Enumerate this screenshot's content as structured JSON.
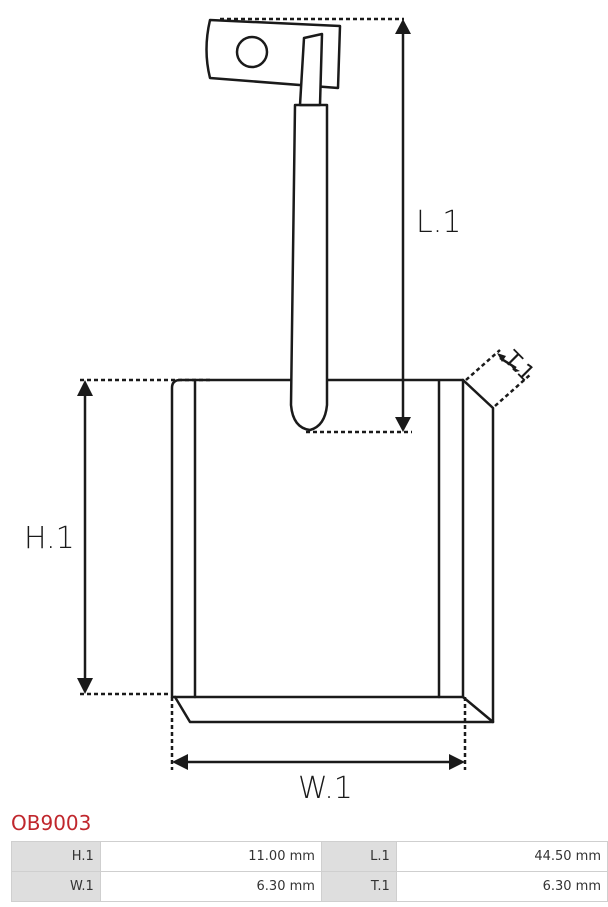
{
  "diagram": {
    "labels": {
      "length": "L.1",
      "height": "H.1",
      "width": "W.1",
      "thickness": "T.1"
    }
  },
  "part_code": "OB9003",
  "specs": [
    {
      "key": "H.1",
      "value": "11.00 mm",
      "key2": "L.1",
      "value2": "44.50 mm"
    },
    {
      "key": "W.1",
      "value": "6.30 mm",
      "key2": "T.1",
      "value2": "6.30 mm"
    }
  ]
}
